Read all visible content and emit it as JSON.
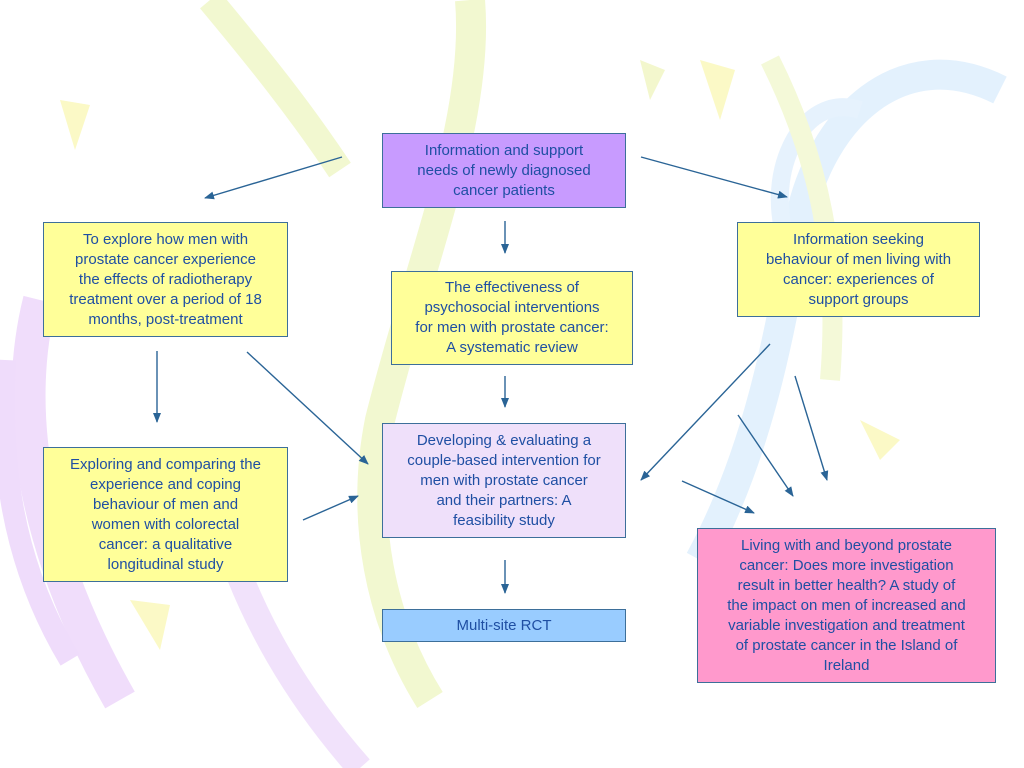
{
  "colors": {
    "arrow": "#2a6496",
    "text": "#1f4fa3",
    "box_border": "#3d6f9a",
    "purple": "#c89bff",
    "yellow": "#ffff99",
    "lavender": "#efe0fa",
    "pink": "#ff99cc",
    "blue": "#99ccff"
  },
  "boxes": {
    "top_center": "Information and support\nneeds of newly diagnosed\ncancer patients",
    "left_top": "To explore how men with\nprostate cancer experience\nthe effects of radiotherapy\ntreatment over a period of 18\nmonths, post-treatment",
    "center_review": "The effectiveness of\npsychosocial interventions\nfor men with prostate cancer:\nA systematic review",
    "right_top": "Information seeking\nbehaviour of men living with\ncancer: experiences of\nsupport groups",
    "center_couple": "Developing & evaluating a\ncouple-based intervention for\nmen with prostate cancer\nand their partners: A\nfeasibility study",
    "left_bottom": "Exploring and comparing the\nexperience and coping\nbehaviour of men and\nwomen with colorectal\ncancer: a qualitative\nlongitudinal study",
    "right_bottom": "Living with and beyond prostate\ncancer:  Does more investigation\nresult in better health?  A study of\nthe impact on men of increased and\nvariable investigation and treatment\nof prostate cancer in the Island of\nIreland",
    "rct": "Multi-site RCT"
  }
}
